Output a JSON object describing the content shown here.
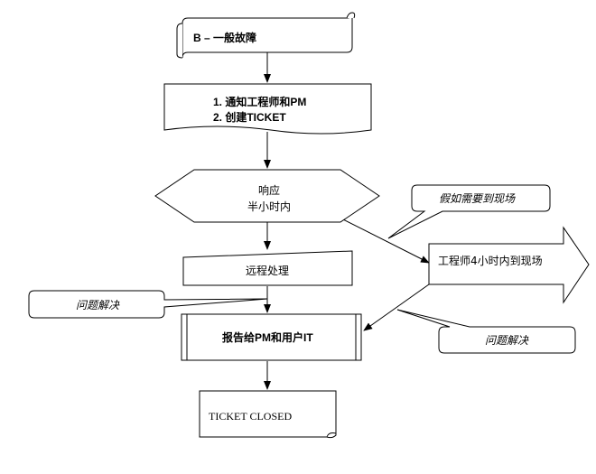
{
  "nodes": {
    "banner": {
      "label": "B – 一般故障"
    },
    "notify": {
      "line1": "1. 通知工程师和PM",
      "line2": "2. 创建TICKET"
    },
    "respond": {
      "line1": "响应",
      "line2": "半小时内"
    },
    "remote": {
      "label": "远程处理"
    },
    "report": {
      "label": "报告给PM和用户IT"
    },
    "closed": {
      "label": "TICKET CLOSED"
    },
    "onsite": {
      "label": "工程师4小时内到现场"
    }
  },
  "callouts": {
    "need_onsite": {
      "label": "假如需要到现场"
    },
    "solved_left": {
      "label": "问题解决"
    },
    "solved_right": {
      "label": "问题解决"
    }
  }
}
